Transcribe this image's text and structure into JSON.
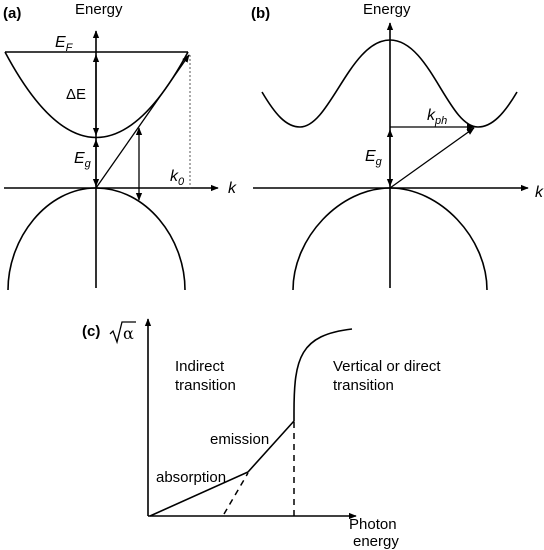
{
  "panel_a": {
    "label": "(a)",
    "axis_title": "Energy",
    "k_label": "k",
    "fermi": "E",
    "fermi_sub": "F",
    "delta_e": "ΔE",
    "gap": "E",
    "gap_sub": "g",
    "k0": "k",
    "k0_sub": "0"
  },
  "panel_b": {
    "label": "(b)",
    "axis_title": "Energy",
    "k_label": "k",
    "gap": "E",
    "gap_sub": "g",
    "phonon": "k",
    "phonon_sub": "ph"
  },
  "panel_c": {
    "label": "(c)",
    "y_symbol": "α",
    "indirect_line1": "Indirect",
    "indirect_line2": "transition",
    "direct_line1": "Vertical or direct",
    "direct_line2": "transition",
    "emission": "emission",
    "absorption": "absorption",
    "x_line1": "Photon",
    "x_line2": "energy"
  }
}
